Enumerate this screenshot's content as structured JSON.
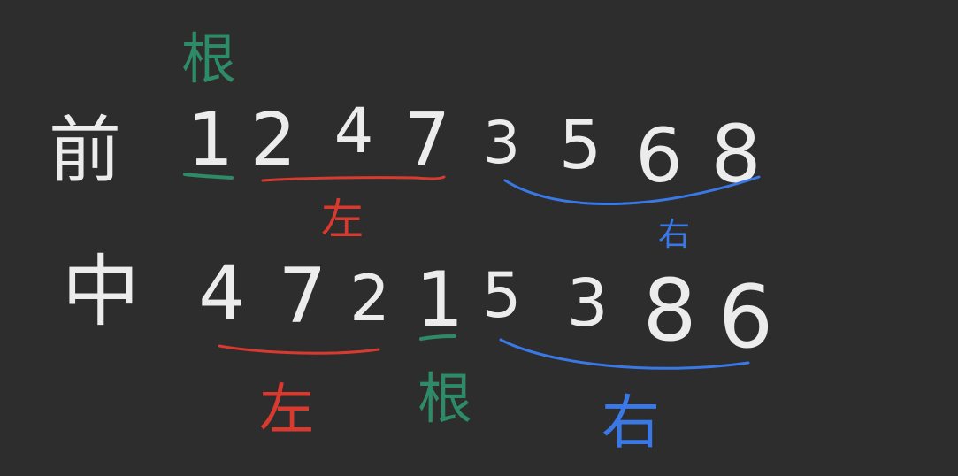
{
  "colors": {
    "background": "#2d2d2d",
    "ink_white": "#ececec",
    "ink_green": "#2e8b67",
    "ink_red": "#d93a2f",
    "ink_blue": "#3a78e6"
  },
  "preorder": {
    "row_label": "前",
    "root_label": "根",
    "left_label": "左",
    "right_label": "右",
    "digits": [
      "1",
      "2",
      "4",
      "7",
      "3",
      "5",
      "6",
      "8"
    ]
  },
  "inorder": {
    "row_label": "中",
    "root_label": "根",
    "left_label": "左",
    "right_label": "右",
    "digits": [
      "4",
      "7",
      "2",
      "1",
      "5",
      "3",
      "8",
      "6"
    ]
  }
}
